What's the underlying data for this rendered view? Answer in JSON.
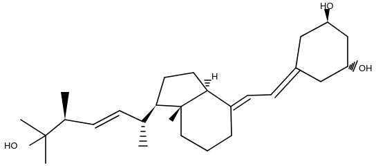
{
  "atom_labels": {
    "ho_top": "HO",
    "oh_right": "OH",
    "ho_left": "HO",
    "h_ring_junction": "H"
  }
}
